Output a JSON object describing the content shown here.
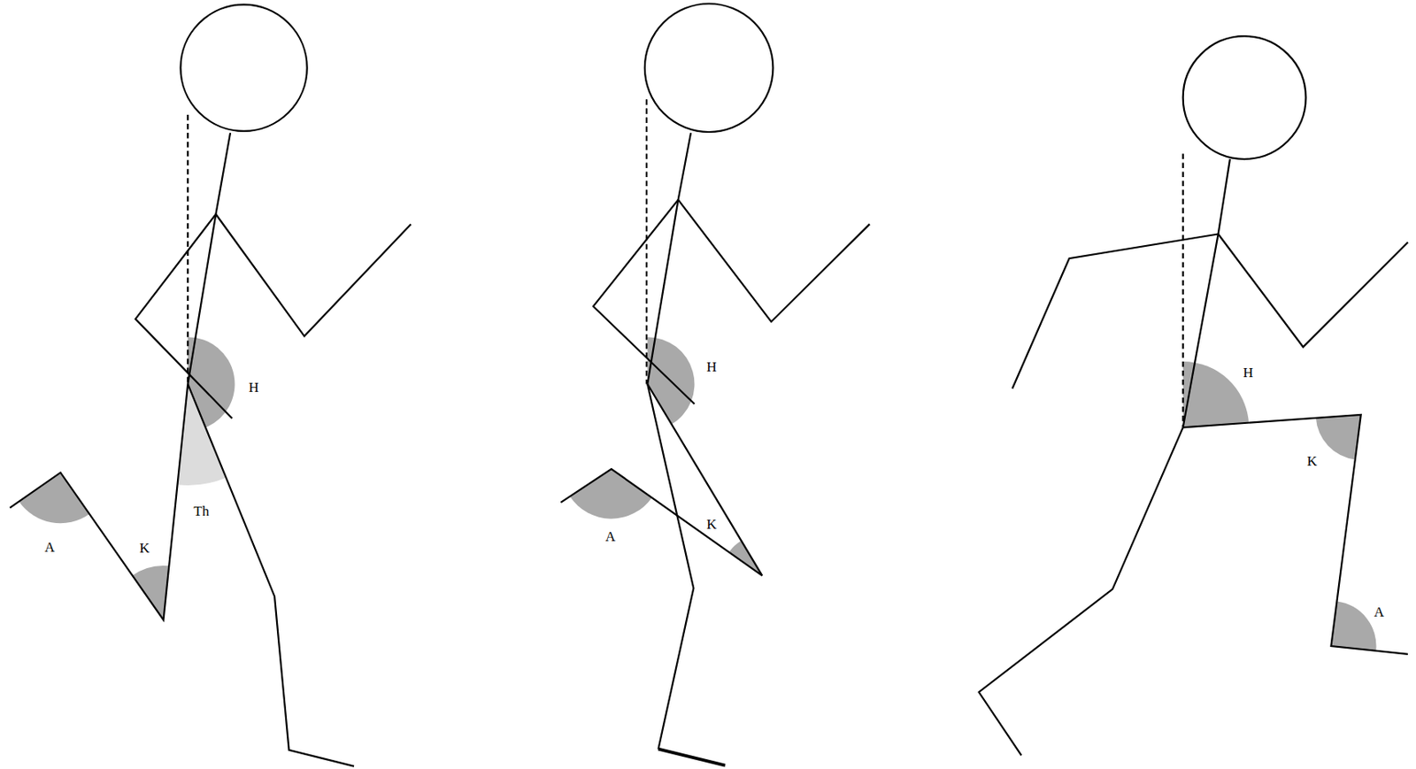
{
  "diagram": {
    "labels": [
      "H",
      "Th",
      "A",
      "K",
      "H",
      "A",
      "K",
      "H",
      "K",
      "A"
    ]
  }
}
